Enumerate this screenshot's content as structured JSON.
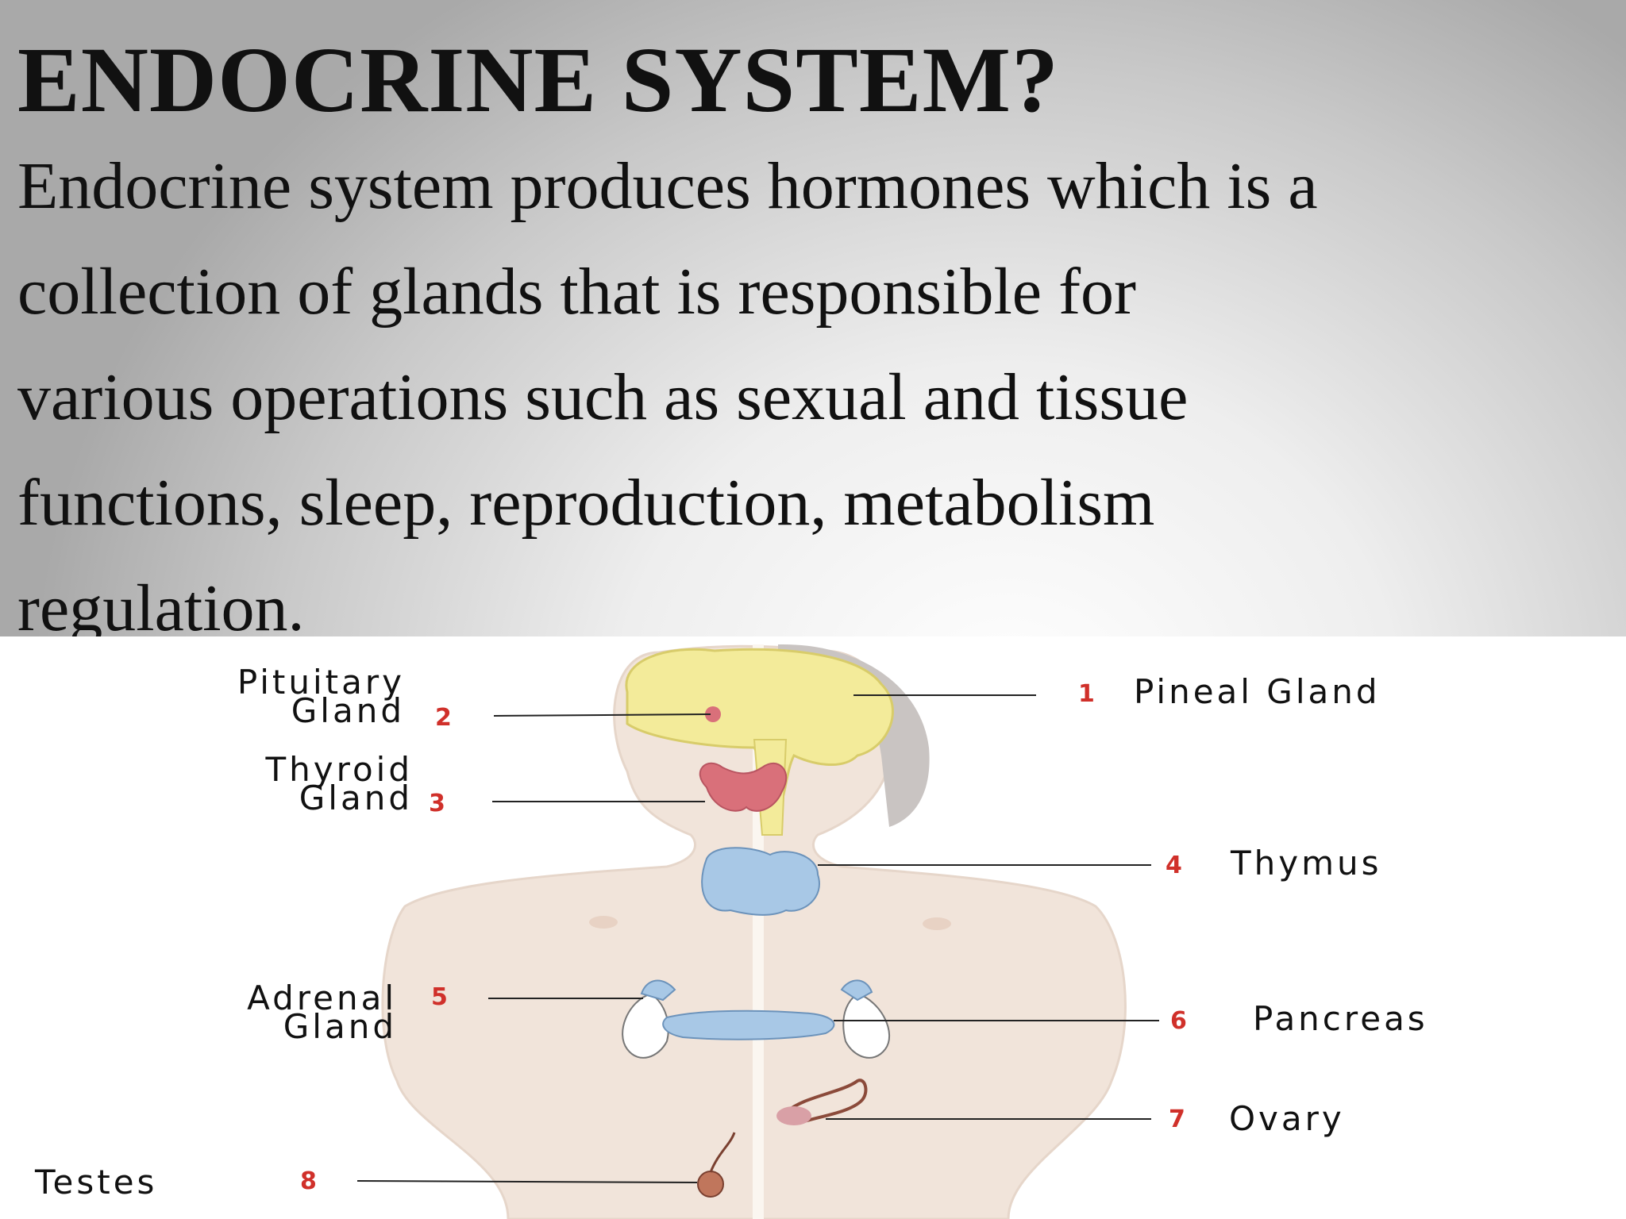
{
  "slide": {
    "title": "ENDOCRINE SYSTEM?",
    "body_lines": [
      "Endocrine system produces hormones which is a",
      "collection of glands that is responsible for",
      "various operations such as sexual and tissue",
      "functions, sleep, reproduction, metabolism",
      "regulation."
    ]
  },
  "diagram": {
    "labels": {
      "pituitary_line1": "Pituitary",
      "pituitary_line2": "Gland",
      "pituitary_num": "2",
      "thyroid_line1": "Thyroid",
      "thyroid_line2": "Gland",
      "thyroid_num": "3",
      "adrenal_line1": "Adrenal",
      "adrenal_line2": "Gland",
      "adrenal_num": "5",
      "testes": "Testes",
      "testes_num": "8",
      "pineal": "Pineal Gland",
      "pineal_num": "1",
      "thymus": "Thymus",
      "thymus_num": "4",
      "pancreas": "Pancreas",
      "pancreas_num": "6",
      "ovary": "Ovary",
      "ovary_num": "7"
    },
    "colors": {
      "number": "#d0302a",
      "skin": "#f1e4da",
      "brain": "#f3eb9a",
      "thyroid": "#d9707a",
      "thymus": "#a8c8e6",
      "hair": "#c9c4c2"
    }
  }
}
